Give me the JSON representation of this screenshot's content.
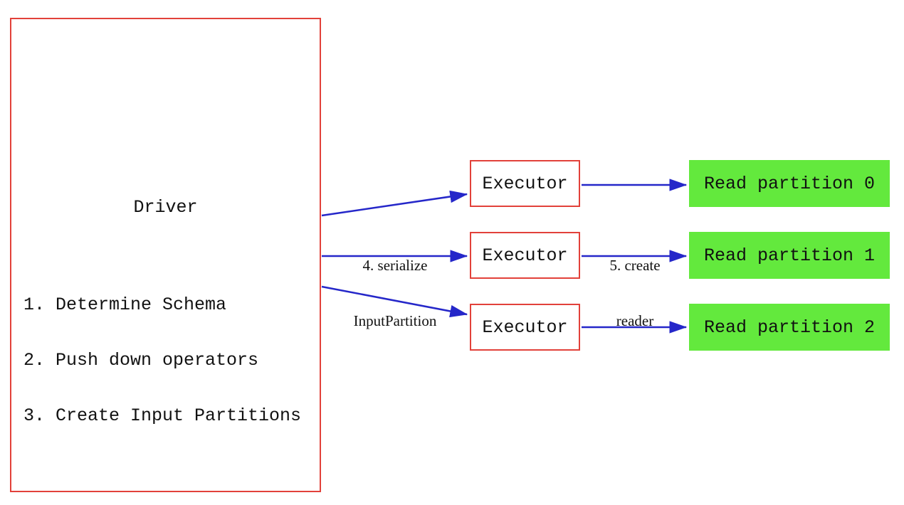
{
  "diagram": {
    "driver": {
      "title": "Driver",
      "steps": [
        "1. Determine Schema",
        "2. Push down operators",
        "3. Create Input Partitions"
      ]
    },
    "executors": [
      "Executor",
      "Executor",
      "Executor"
    ],
    "partitions": [
      "Read partition 0",
      "Read partition 1",
      "Read partition 2"
    ],
    "edge_labels": {
      "serialize_line1": "4. serialize",
      "serialize_line2": "InputPartition",
      "create_reader_line1": "5. create",
      "create_reader_line2": "reader"
    },
    "colors": {
      "node_border_red": "#e2413a",
      "partition_fill_green": "#63e93d",
      "arrow_blue": "#2527c9",
      "text": "#111111",
      "background": "#ffffff"
    }
  }
}
